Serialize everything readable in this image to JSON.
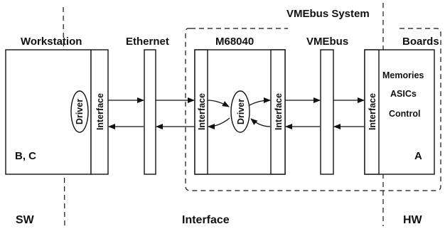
{
  "title_vme_system": "VMEbus System",
  "headers": {
    "workstation": "Workstation",
    "ethernet": "Ethernet",
    "m68040": "M68040",
    "vmebus": "VMEbus",
    "boards": "Boards"
  },
  "labels": {
    "interface": "Interface",
    "driver": "Driver",
    "workstation_tag": "B, C",
    "boards_tag": "A",
    "boards_items": [
      "Memories",
      "ASICs",
      "Control"
    ]
  },
  "footer": {
    "sw": "SW",
    "interface": "Interface",
    "hw": "HW"
  }
}
